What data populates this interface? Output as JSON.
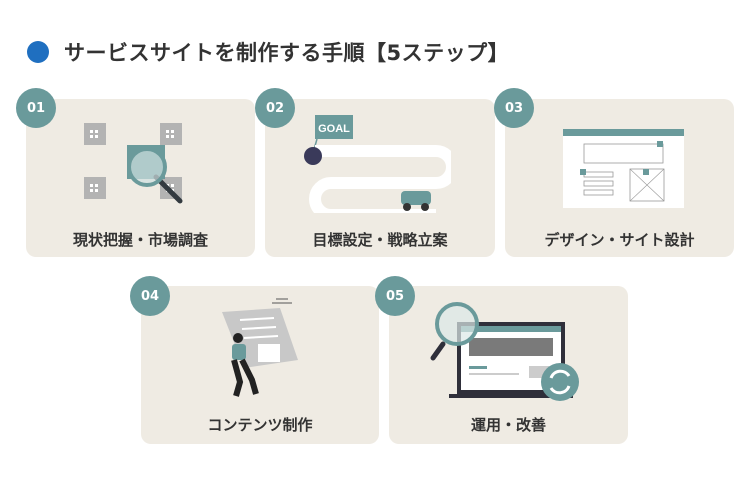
{
  "header": {
    "title": "サービスサイトを制作する手順【5ステップ】"
  },
  "colors": {
    "accent_dot": "#1f6fc0",
    "badge": "#6a9a9b",
    "card": "#efebe3"
  },
  "steps": [
    {
      "number": "01",
      "label": "現状把握・市場調査",
      "icon": "buildings-magnifier-icon"
    },
    {
      "number": "02",
      "label": "目標設定・戦略立案",
      "icon": "goal-road-car-icon",
      "flag_text": "GOAL"
    },
    {
      "number": "03",
      "label": "デザイン・サイト設計",
      "icon": "wireframe-icon"
    },
    {
      "number": "04",
      "label": "コンテンツ制作",
      "icon": "person-content-icon"
    },
    {
      "number": "05",
      "label": "運用・改善",
      "icon": "monitor-refresh-icon"
    }
  ]
}
